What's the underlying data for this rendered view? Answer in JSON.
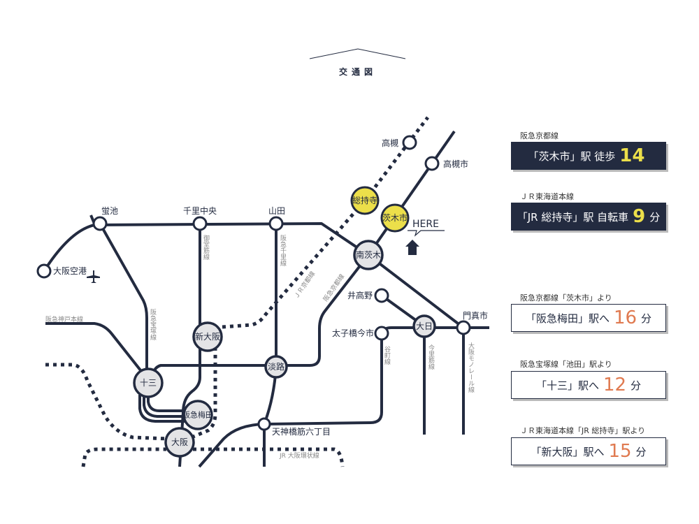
{
  "title": "交通図",
  "here": "HERE",
  "stations": {
    "hotarugaike": "蛍池",
    "senrichuo": "千里中央",
    "yamada": "山田",
    "minamiibaraki": "南茨木",
    "ibarakishi": "茨木市",
    "sojiji": "総持寺",
    "takatsuki": "高槻",
    "takatsukishi": "高槻市",
    "itami_airport": "大阪空港",
    "idakano": "井高野",
    "dainichi": "大日",
    "kadomashi": "門真市",
    "taishibashi": "太子橋今市",
    "shinosaka": "新大阪",
    "juso": "十三",
    "awaji": "淡路",
    "umeda": "阪急梅田",
    "osaka": "大阪",
    "tenroku": "天神橋筋六丁目"
  },
  "lines": {
    "takarazuka": "阪急宝塚線",
    "midosuji": "御堂筋線",
    "senri": "阪急千里線",
    "kobe": "阪急神戸本線",
    "jr_kyoto": "ＪＲ京都線",
    "hankyu_kyoto": "阪急京都線",
    "tanimachi": "谷町線",
    "imazatosuji": "今里筋線",
    "monorail": "大阪モノレール線",
    "loop": "JR 大阪環状線"
  },
  "panels": [
    {
      "label": "阪急京都線",
      "pre": "「茨木市」駅 徒歩",
      "num": "14",
      "post": ""
    },
    {
      "label": "ＪＲ東海道本線",
      "pre": "「JR 総持寺」駅 自転車",
      "num": "9",
      "post": "分"
    },
    {
      "label": "阪急京都線「茨木市」より",
      "pre": "「阪急梅田」駅へ",
      "num": "16",
      "post": "分"
    },
    {
      "label": "阪急宝塚線「池田」駅より",
      "pre": "「十三」駅へ",
      "num": "12",
      "post": "分"
    },
    {
      "label": "ＪＲ東海道本線「JR 総持寺」駅より",
      "pre": "「新大阪」駅へ",
      "num": "15",
      "post": "分"
    }
  ],
  "colors": {
    "navy": "#232b40",
    "yellow": "#ecdf4a",
    "orange": "#e07a50"
  }
}
